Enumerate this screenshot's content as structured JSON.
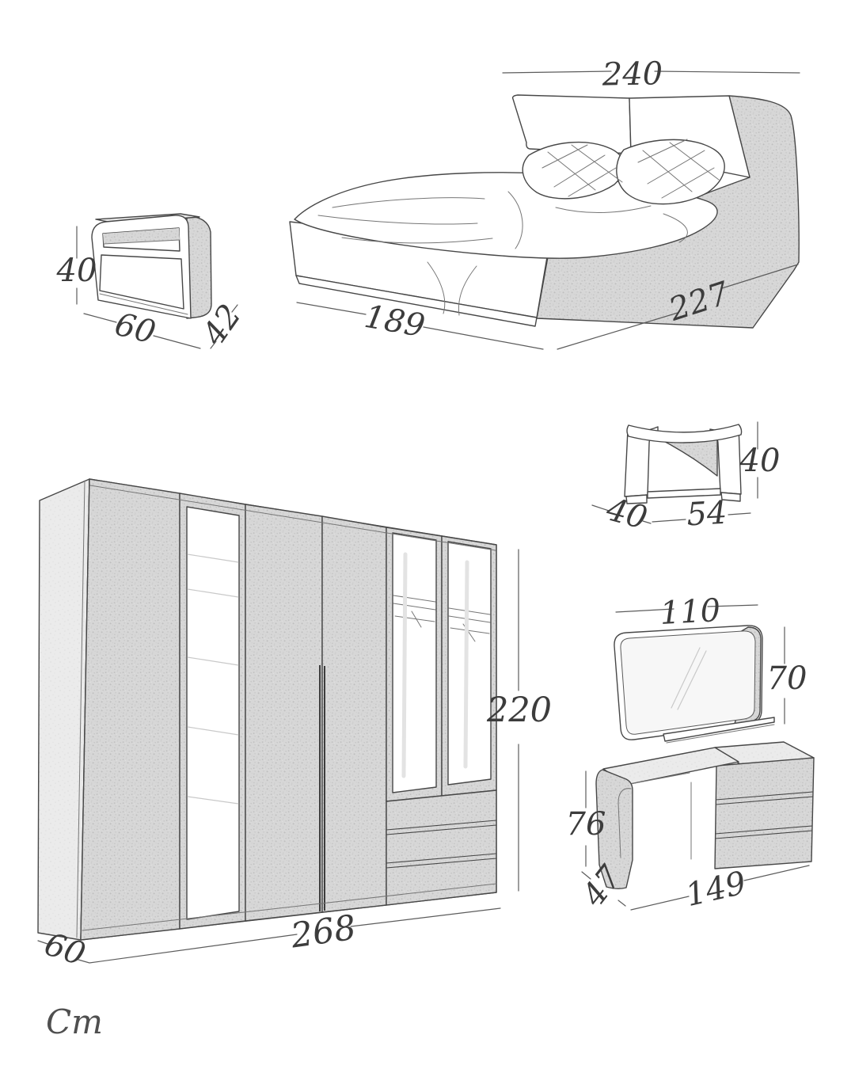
{
  "drawing": {
    "signature": "Cm",
    "colors": {
      "background": "#ffffff",
      "line": "#474747",
      "dimension_text": "#3c3c3c",
      "texture_base": "#d7d7d7",
      "texture_light": "#ebebeb",
      "glass": "#f6f6f6"
    },
    "furniture": {
      "bed": {
        "dims": {
          "headboard_width": "240",
          "foot_width": "189",
          "length": "227"
        }
      },
      "nightstand": {
        "dims": {
          "height": "40",
          "width": "60",
          "depth": "42"
        }
      },
      "stool": {
        "dims": {
          "height": "40",
          "depth": "40",
          "width": "54"
        }
      },
      "wardrobe": {
        "dims": {
          "height": "220",
          "width": "268",
          "depth": "60"
        }
      },
      "mirror": {
        "dims": {
          "width": "110",
          "height": "70"
        }
      },
      "dressing_table": {
        "dims": {
          "height": "76",
          "depth": "47",
          "width": "149"
        }
      }
    }
  }
}
